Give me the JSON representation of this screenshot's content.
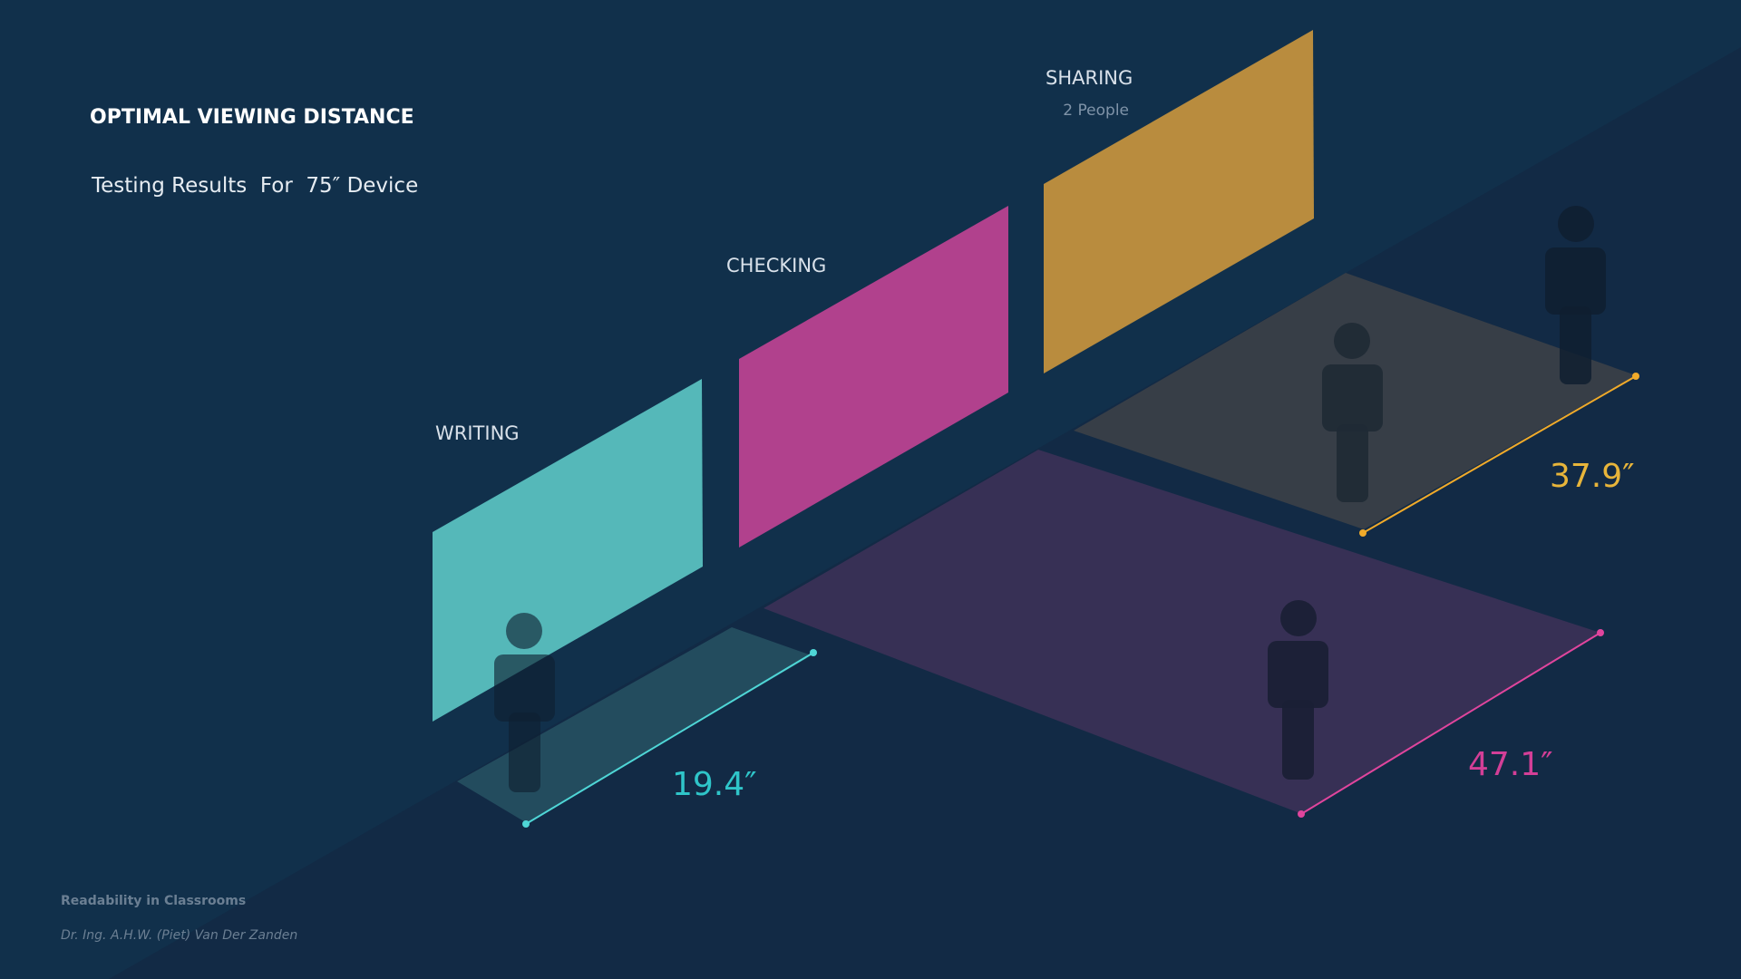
{
  "header": {
    "title": "OPTIMAL VIEWING DISTANCE",
    "subtitle": "Testing Results  For  75″ Device"
  },
  "modes": [
    {
      "id": "writing",
      "label": "WRITING",
      "sublabel": "",
      "distance": "19.4″",
      "color": "#55b8b9",
      "zone_color": "#234c5e",
      "line_color": "#4fd6d6"
    },
    {
      "id": "checking",
      "label": "CHECKING",
      "sublabel": "",
      "distance": "47.1″",
      "color": "#b1418d",
      "zone_color": "#373055",
      "line_color": "#e0459d"
    },
    {
      "id": "sharing",
      "label": "SHARING",
      "sublabel": "2 People",
      "distance": "37.9″",
      "color": "#b98c3e",
      "zone_color": "#373e47",
      "line_color": "#f0aa2a"
    }
  ],
  "colors": {
    "background": "#11304b",
    "floor": "#122a45",
    "person": "#0f1f30"
  },
  "footer": {
    "title": "Readability in Classrooms",
    "author": "Dr. Ing. A.H.W. (Piet) Van Der Zanden"
  }
}
